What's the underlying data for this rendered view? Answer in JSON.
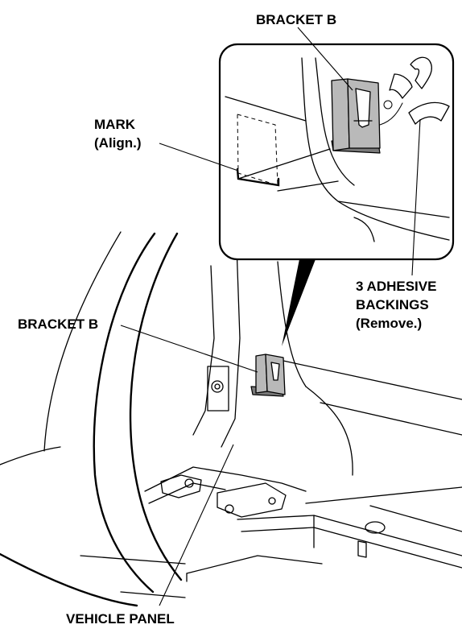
{
  "labels": {
    "bracket_b_top": "BRACKET B",
    "mark_line1": "MARK",
    "mark_line2": "(Align.)",
    "adhesive_line1": "3 ADHESIVE",
    "adhesive_line2": "BACKINGS",
    "adhesive_line3": "(Remove.)",
    "bracket_b_left": "BRACKET B",
    "vehicle_panel": "VEHICLE PANEL"
  }
}
